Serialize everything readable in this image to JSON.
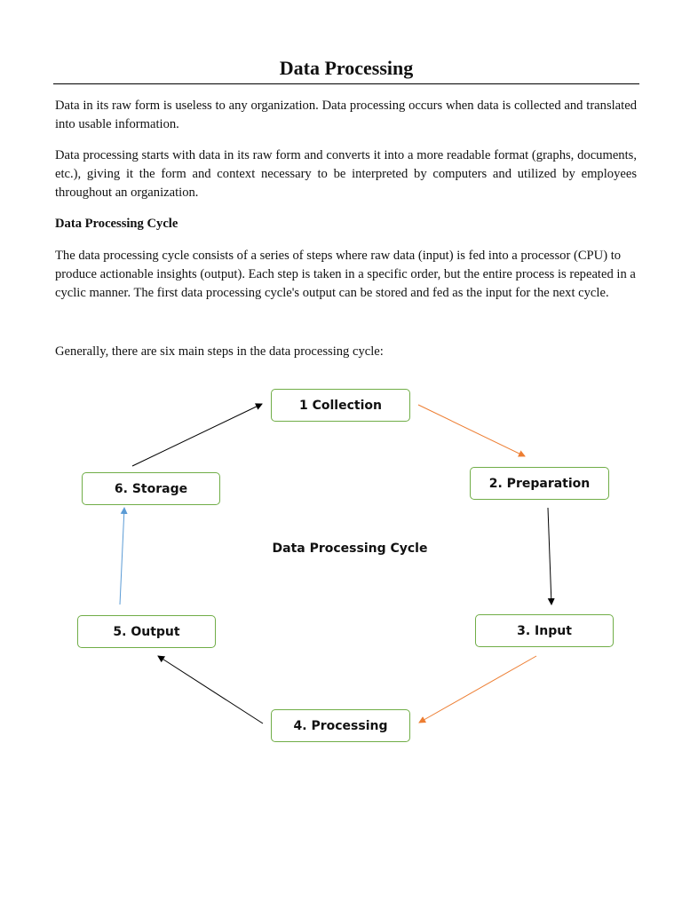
{
  "document": {
    "title": "Data Processing",
    "paragraphs": [
      "Data in its raw form is useless to any organization. Data processing occurs when data is collected and translated into usable information.",
      "Data processing starts with data in its raw form and converts it into a more readable format (graphs, documents, etc.), giving it the form and context necessary to be interpreted by computers and utilized by employees throughout an organization."
    ],
    "section_heading": "Data Processing Cycle",
    "section_paragraphs": [
      "The data processing cycle consists of a series of steps where raw data (input) is fed into a processor (CPU) to produce actionable insights (output). Each step is taken in a specific order, but the entire process is repeated in a cyclic manner. The first data processing cycle's output can be stored and fed as the input for the next cycle.",
      "Generally, there are six main steps in the data processing cycle:"
    ]
  },
  "diagram": {
    "caption": "Data Processing Cycle",
    "steps": [
      "1 Collection",
      "2. Preparation",
      "3. Input",
      "4. Processing",
      "5. Output",
      "6. Storage"
    ],
    "colors": {
      "box_border": "#70ad47",
      "arrow_orange": "#ed7d31",
      "arrow_blue": "#5b9bd5",
      "arrow_black": "#000000"
    }
  }
}
